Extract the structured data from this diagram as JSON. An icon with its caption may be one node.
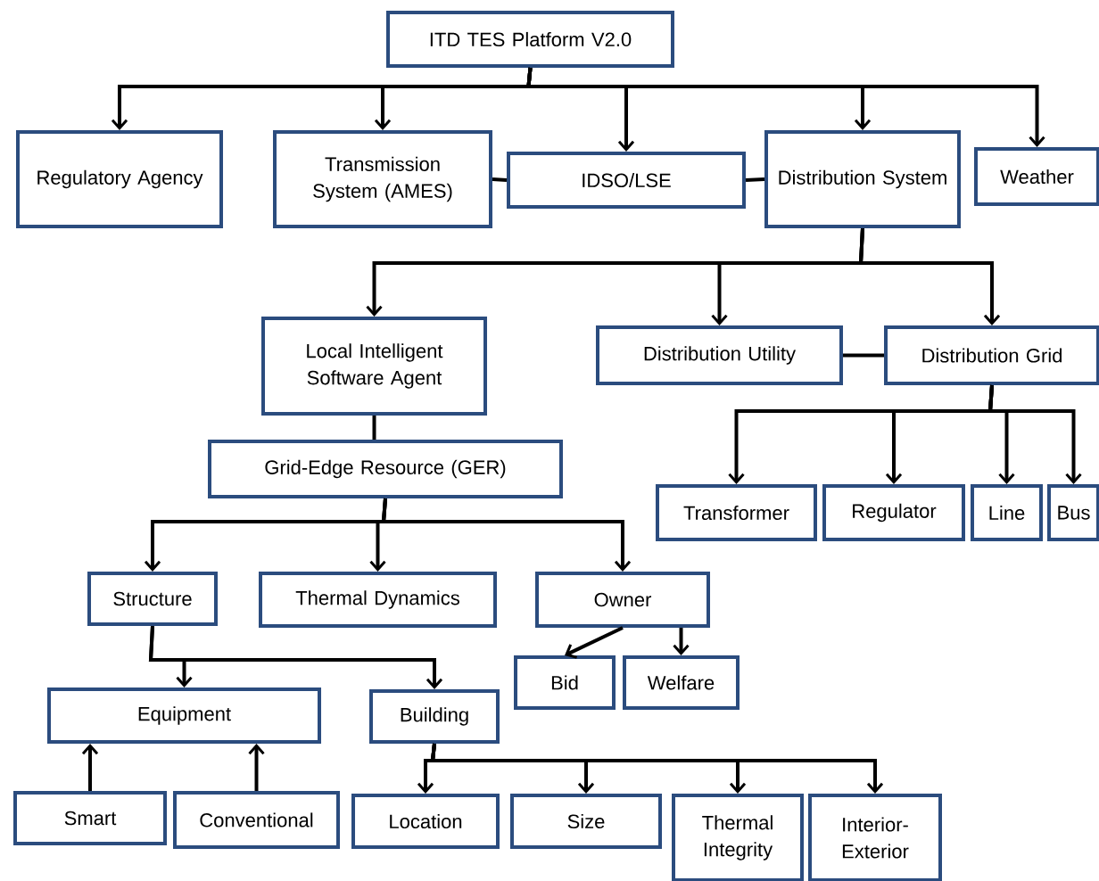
{
  "diagram": {
    "nodes": [
      {
        "text": [
          "ITD TES Platform V2.0"
        ]
      },
      {
        "text": [
          "Regulatory Agency"
        ]
      },
      {
        "text": [
          "Transmission System (AMES)"
        ]
      },
      {
        "text": [
          "IDSO/LSE"
        ]
      },
      {
        "text": [
          "Distribution System"
        ]
      },
      {
        "text": [
          "Weather"
        ]
      },
      {
        "text": [
          "Local Intelligent Software Agent"
        ]
      },
      {
        "text": [
          "Distribution Utility"
        ]
      },
      {
        "text": [
          "Distribution Grid"
        ]
      },
      {
        "text": [
          "Grid-Edge Resource (GER)"
        ]
      },
      {
        "text": [
          "Transformer"
        ]
      },
      {
        "text": [
          "Regulator"
        ]
      },
      {
        "text": [
          "Line"
        ]
      },
      {
        "text": [
          "Bus"
        ]
      },
      {
        "text": [
          "Structure"
        ]
      },
      {
        "text": [
          "Thermal Dynamics"
        ]
      },
      {
        "text": [
          "Owner"
        ]
      },
      {
        "text": [
          "Bid"
        ]
      },
      {
        "text": [
          "Welfare"
        ]
      },
      {
        "text": [
          "Equipment"
        ]
      },
      {
        "text": [
          "Building"
        ]
      },
      {
        "text": [
          "Smart"
        ]
      },
      {
        "text": [
          "Conventional"
        ]
      },
      {
        "text": [
          "Location"
        ]
      },
      {
        "text": [
          "Size"
        ]
      },
      {
        "text": [
          "Thermal Integrity"
        ]
      },
      {
        "text": [
          "Interior-Exterior"
        ]
      }
    ],
    "edges": [
      {
        "from": 0,
        "to": 1,
        "arrow": "to"
      },
      {
        "from": 0,
        "to": 2,
        "arrow": "to"
      },
      {
        "from": 0,
        "to": 3,
        "arrow": "to"
      },
      {
        "from": 0,
        "to": 4,
        "arrow": "to"
      },
      {
        "from": 0,
        "to": 5,
        "arrow": "to"
      },
      {
        "from": 2,
        "to": 3,
        "arrow": "none"
      },
      {
        "from": 3,
        "to": 4,
        "arrow": "none"
      },
      {
        "from": 4,
        "to": 6,
        "arrow": "to"
      },
      {
        "from": 4,
        "to": 7,
        "arrow": "to"
      },
      {
        "from": 4,
        "to": 8,
        "arrow": "to"
      },
      {
        "from": 7,
        "to": 8,
        "arrow": "none"
      },
      {
        "from": 6,
        "to": 9,
        "arrow": "none"
      },
      {
        "from": 8,
        "to": 10,
        "arrow": "to"
      },
      {
        "from": 8,
        "to": 11,
        "arrow": "to"
      },
      {
        "from": 8,
        "to": 12,
        "arrow": "to"
      },
      {
        "from": 8,
        "to": 13,
        "arrow": "to"
      },
      {
        "from": 9,
        "to": 14,
        "arrow": "to"
      },
      {
        "from": 9,
        "to": 15,
        "arrow": "to"
      },
      {
        "from": 9,
        "to": 16,
        "arrow": "to"
      },
      {
        "from": 16,
        "to": 17,
        "arrow": "to"
      },
      {
        "from": 16,
        "to": 18,
        "arrow": "to"
      },
      {
        "from": 14,
        "to": 19,
        "arrow": "to"
      },
      {
        "from": 14,
        "to": 20,
        "arrow": "to"
      },
      {
        "from": 21,
        "to": 19,
        "arrow": "to"
      },
      {
        "from": 22,
        "to": 19,
        "arrow": "to"
      },
      {
        "from": 20,
        "to": 23,
        "arrow": "to"
      },
      {
        "from": 20,
        "to": 24,
        "arrow": "to"
      },
      {
        "from": 20,
        "to": 25,
        "arrow": "to"
      },
      {
        "from": 20,
        "to": 26,
        "arrow": "to"
      }
    ]
  }
}
